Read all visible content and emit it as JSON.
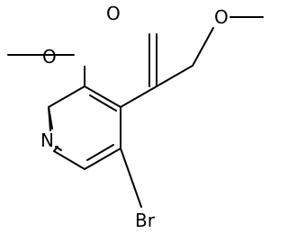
{
  "molecule": {
    "atoms": {
      "ring_nitrogen": "N",
      "methoxy_oxygen": "O",
      "carbonyl_oxygen": "O",
      "ether_oxygen": "O",
      "bromine": "Br"
    }
  }
}
